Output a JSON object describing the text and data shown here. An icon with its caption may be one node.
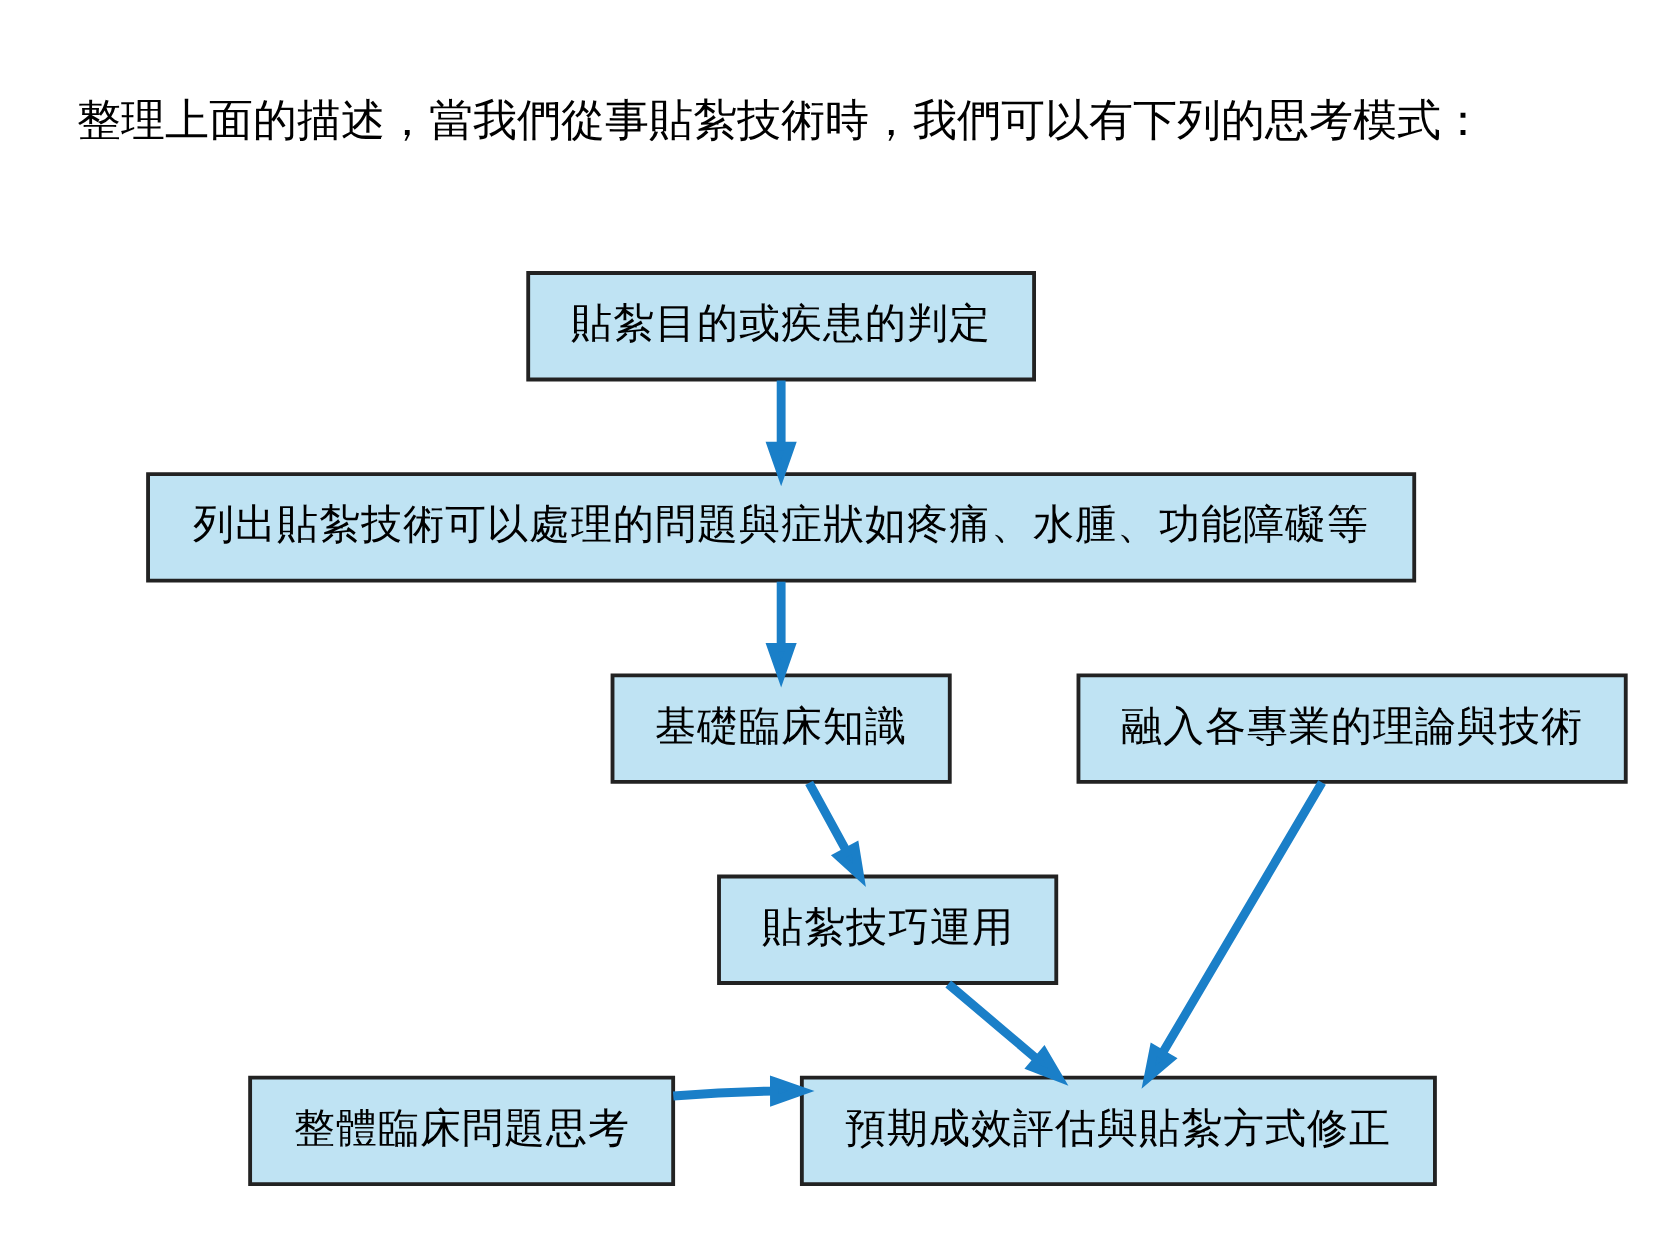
{
  "diagram": {
    "nodes": [
      {
        "text": [
          "貼紮目的或疾患的判定"
        ]
      },
      {
        "text": [
          "列出貼紮技術可以處理的問題與症狀如疼痛、水腫、功能障礙等"
        ]
      },
      {
        "text": [
          "基礎臨床知識"
        ]
      },
      {
        "text": [
          "貼紮技巧運用"
        ]
      },
      {
        "text": [
          "融入各專業的理論與技術"
        ]
      },
      {
        "text": [
          "整體臨床問題思考"
        ]
      },
      {
        "text": [
          "預期成效評估與貼紮方式修正"
        ]
      }
    ],
    "edges": [
      {
        "from": 0,
        "to": 1,
        "arrow": "to"
      },
      {
        "from": 1,
        "to": 2,
        "arrow": "to"
      },
      {
        "from": 2,
        "to": 3,
        "arrow": "to"
      },
      {
        "from": 3,
        "to": 6,
        "arrow": "to"
      },
      {
        "from": 4,
        "to": 6,
        "arrow": "to"
      },
      {
        "from": 5,
        "to": 6,
        "arrow": "to"
      }
    ],
    "labels": [
      "整理上面的描述，當我們從事貼紮技術時，我們可以有下列的思考模式："
    ]
  }
}
